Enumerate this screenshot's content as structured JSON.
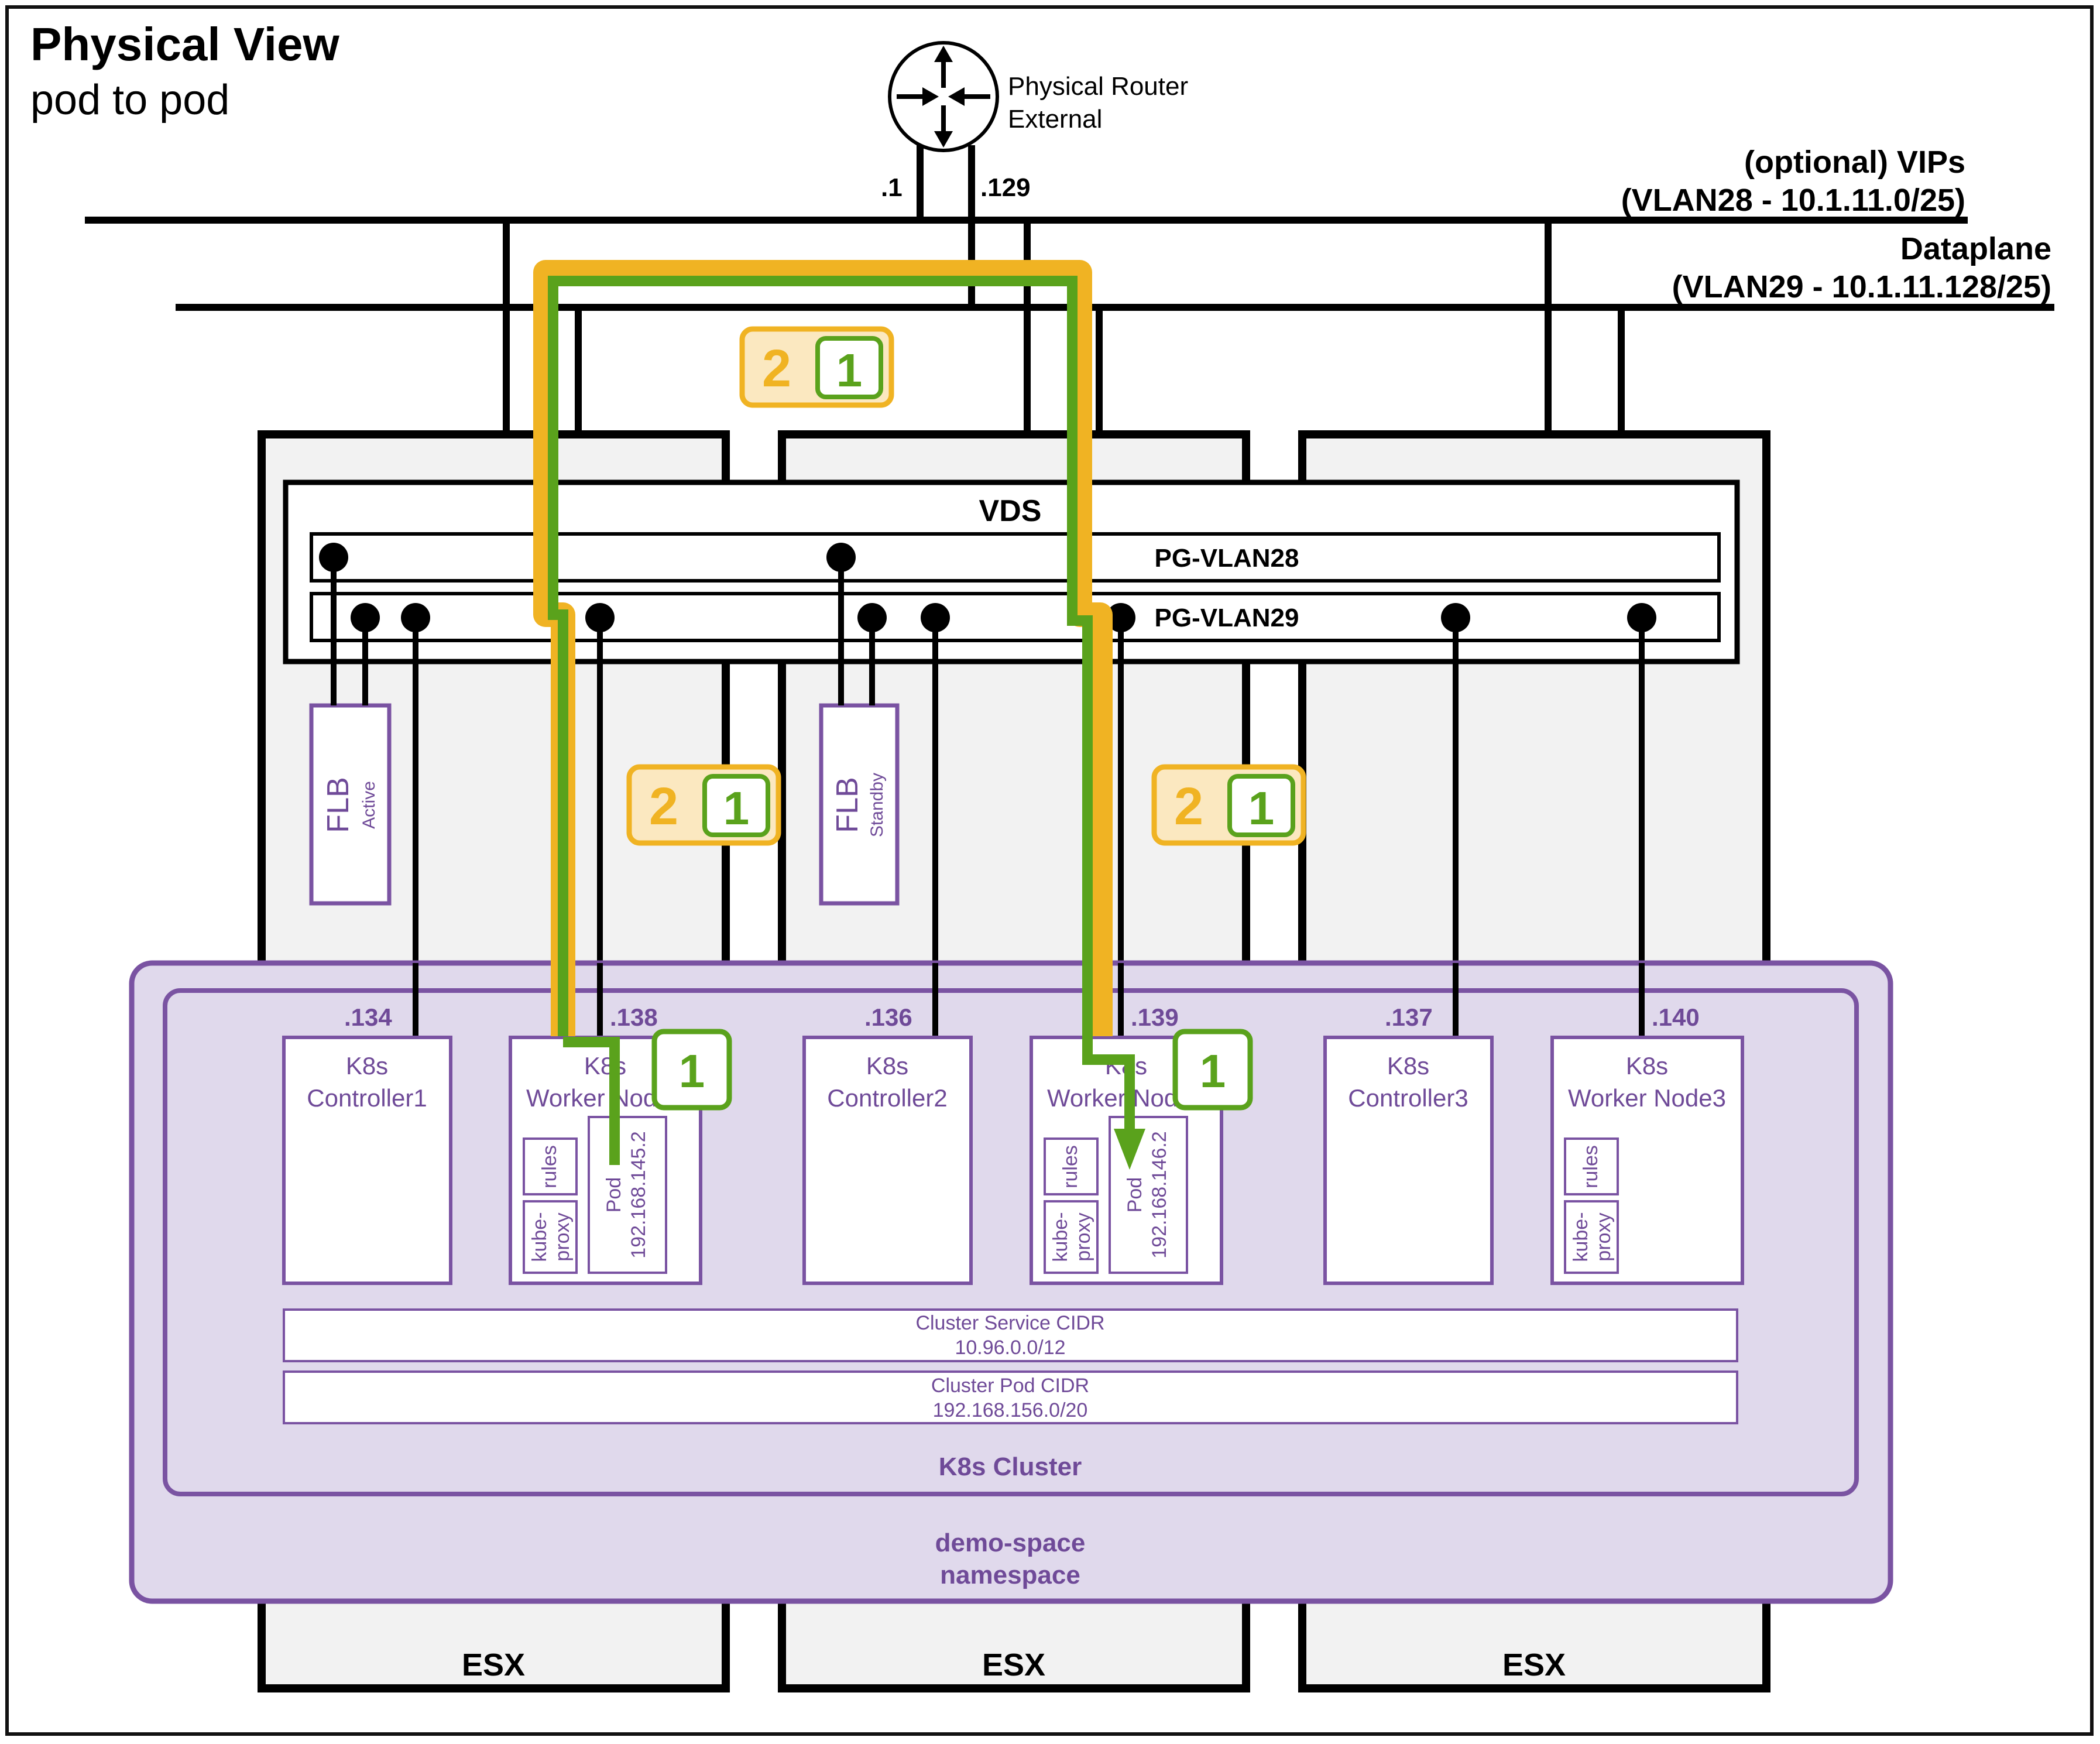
{
  "title": "Physical View",
  "subtitle": "pod to pod",
  "router": {
    "label_line1": "Physical Router",
    "label_line2": "External",
    "ip_left": ".1",
    "ip_right": ".129"
  },
  "networks": {
    "vips_line1": "(optional) VIPs",
    "vips_line2": "(VLAN28 - 10.1.11.0/25)",
    "dataplane_line1": "Dataplane",
    "dataplane_line2": "(VLAN29 - 10.1.11.128/25)"
  },
  "vds": {
    "label": "VDS",
    "pg1": "PG-VLAN28",
    "pg2": "PG-VLAN29"
  },
  "flb": [
    {
      "name": "FLB",
      "role": "Active"
    },
    {
      "name": "FLB",
      "role": "Standby"
    }
  ],
  "badges": {
    "step2": "2",
    "step1": "1"
  },
  "nodes": [
    {
      "ip": ".134",
      "line1": "K8s",
      "line2": "Controller1"
    },
    {
      "ip": ".138",
      "line1": "K8s",
      "line2": "Worker Node1"
    },
    {
      "ip": ".136",
      "line1": "K8s",
      "line2": "Controller2"
    },
    {
      "ip": ".139",
      "line1": "K8s",
      "line2": "Worker Node2"
    },
    {
      "ip": ".137",
      "line1": "K8s",
      "line2": "Controller3"
    },
    {
      "ip": ".140",
      "line1": "K8s",
      "line2": "Worker Node3"
    }
  ],
  "node_components": {
    "rules": "rules",
    "kube_proxy_1": "kube-",
    "kube_proxy_2": "proxy",
    "pod_label": "Pod"
  },
  "pods": [
    {
      "ip": "192.168.145.2"
    },
    {
      "ip": "192.168.146.2"
    }
  ],
  "service_cidr": {
    "label": "Cluster Service CIDR",
    "value": "10.96.0.0/12"
  },
  "pod_cidr": {
    "label": "Cluster Pod CIDR",
    "value": "192.168.156.0/20"
  },
  "cluster_label": "K8s Cluster",
  "namespace_line1": "demo-space",
  "namespace_line2": "namespace",
  "esx_label": "ESX",
  "colors": {
    "path_outer": "#f0b323",
    "path_inner": "#5aa21c",
    "badge_outer_fill": "#fbe8c0",
    "purple": "#7a53a2",
    "purple_fill": "#e0d9ec"
  }
}
